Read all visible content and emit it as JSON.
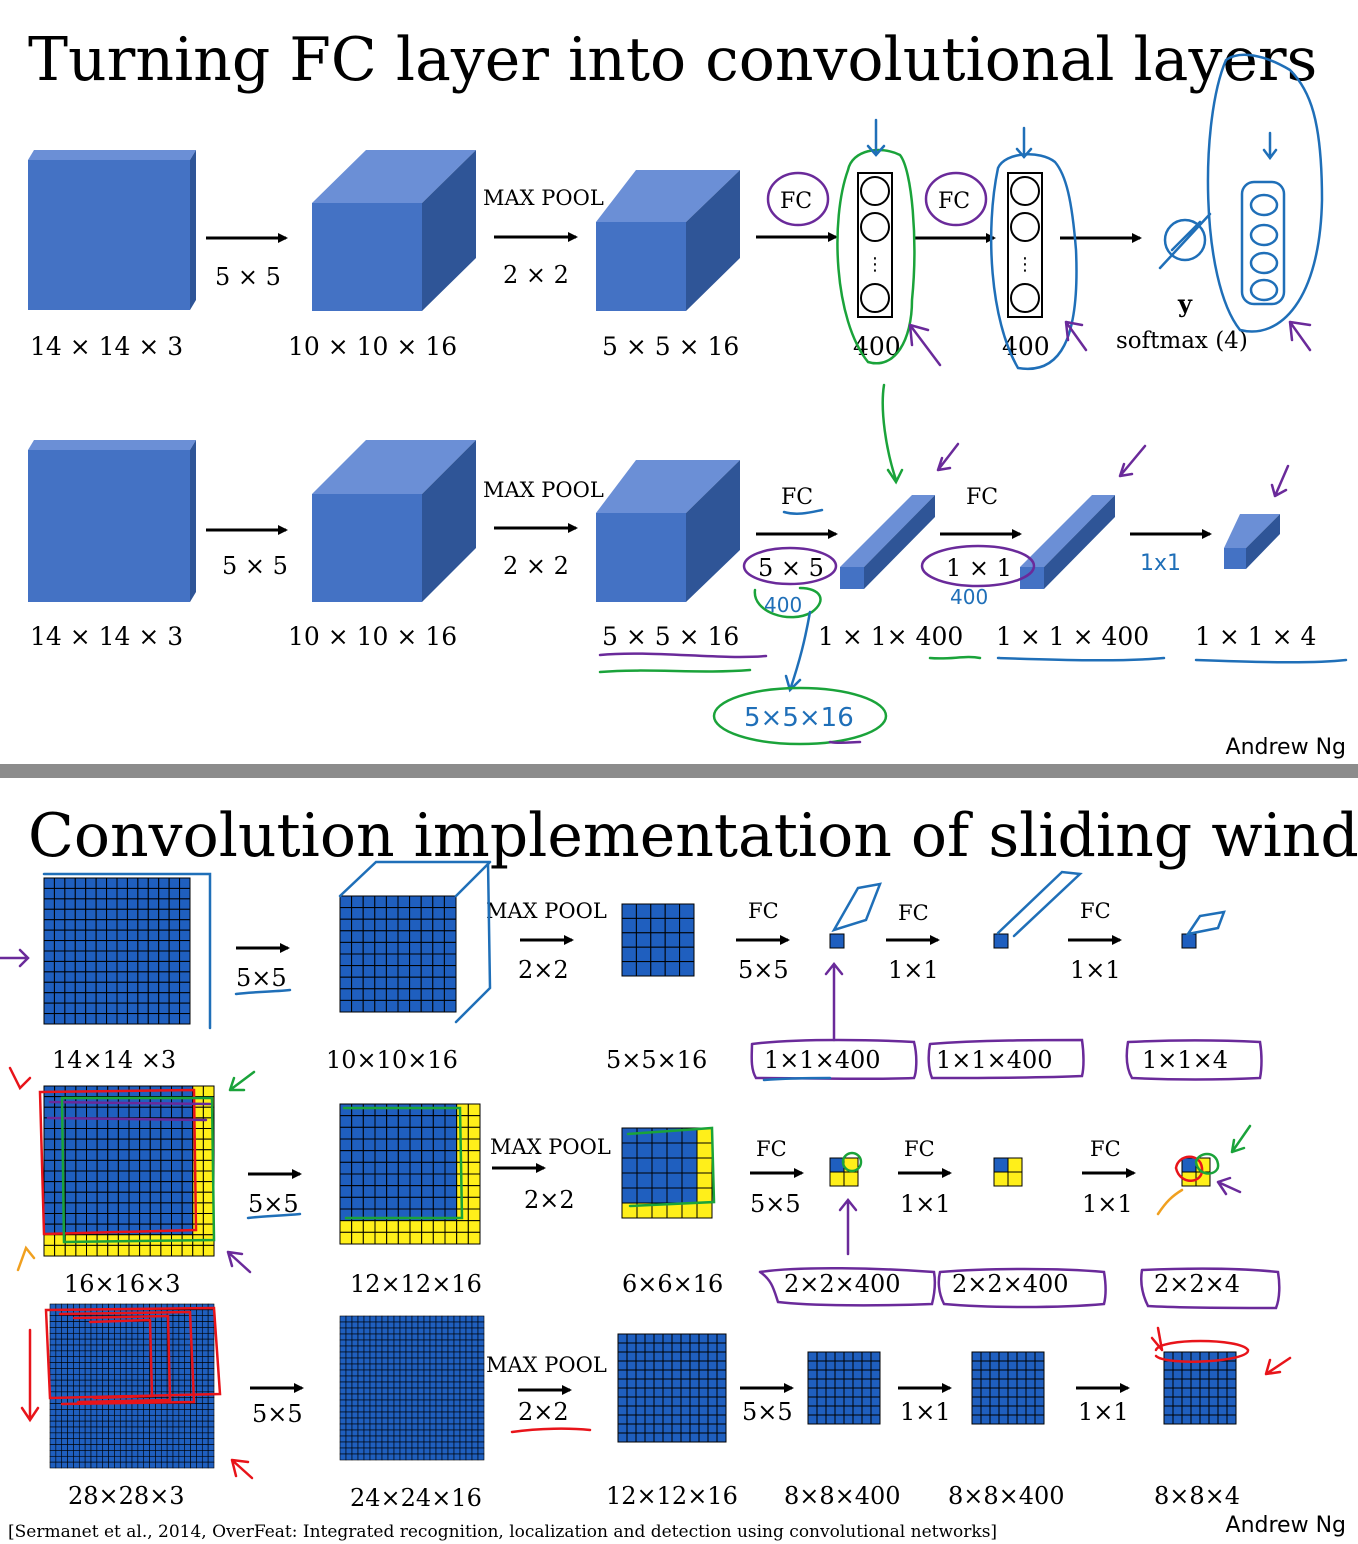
{
  "slide1": {
    "title": "Turning FC layer into convolutional layers",
    "author": "Andrew Ng",
    "row1": {
      "dims": [
        "14 × 14 × 3",
        "10 × 10 × 16",
        "5 × 5 × 16",
        "400",
        "400"
      ],
      "ops": [
        "5 × 5",
        "2 × 2"
      ],
      "maxpool": "MAX POOL",
      "fc1": "FC",
      "fc2": "FC",
      "output_symbol": "y",
      "output_label": "softmax (4)"
    },
    "row2": {
      "dims": [
        "14 × 14 × 3",
        "10 × 10 × 16",
        "5 × 5 × 16",
        "1 × 1× 400",
        "1 × 1 × 400",
        "1 × 1 × 4"
      ],
      "ops": [
        "5 × 5",
        "2 × 2",
        "5 × 5",
        "1 × 1"
      ],
      "maxpool": "MAX POOL",
      "fc1": "FC",
      "fc2": "FC"
    },
    "handwriting": {
      "n400a": "400",
      "n400b": "400",
      "k1x1": "1x1",
      "note": "5×5×16"
    },
    "colors": {
      "block_front": "#4472c4",
      "block_top": "#6b8fd6",
      "block_side": "#2f5597",
      "ink_green": "#1aa33a",
      "ink_blue": "#1f6fb8",
      "ink_purple": "#6a2a9a"
    }
  },
  "slide2": {
    "title": "Convolution implementation of sliding windows",
    "author": "Andrew Ng",
    "citation": "[Sermanet et al., 2014, OverFeat: Integrated recognition, localization and detection using convolutional networks]",
    "row1": {
      "dims": [
        "14×14 ×3",
        "10×10×16",
        "5×5×16",
        "1×1×400",
        "1×1×400",
        "1×1×4"
      ],
      "ops": [
        "5×5",
        "2×2",
        "5×5",
        "1×1",
        "1×1"
      ],
      "maxpool": "MAX POOL",
      "fc": [
        "FC",
        "FC",
        "FC"
      ]
    },
    "row2": {
      "dims": [
        "16×16×3",
        "12×12×16",
        "6×6×16",
        "2×2×400",
        "2×2×400",
        "2×2×4"
      ],
      "ops": [
        "5×5",
        "2×2",
        "5×5",
        "1×1",
        "1×1"
      ],
      "maxpool": "MAX POOL",
      "fc": [
        "FC",
        "FC",
        "FC"
      ]
    },
    "row3": {
      "dims": [
        "28×28×3",
        "24×24×16",
        "12×12×16",
        "8×8×400",
        "8×8×400",
        "8×8×4"
      ],
      "ops": [
        "5×5",
        "2×2",
        "5×5",
        "1×1",
        "1×1"
      ],
      "maxpool": "MAX POOL"
    },
    "colors": {
      "grid_fill": "#1f5fbf",
      "grid_line": "#000000",
      "pad_yellow": "#ffef1a",
      "ink_red": "#e8141a",
      "ink_green": "#1aa33a",
      "ink_purple": "#6a2a9a",
      "ink_blue": "#1f6fb8",
      "ink_orange": "#f0a020"
    }
  }
}
